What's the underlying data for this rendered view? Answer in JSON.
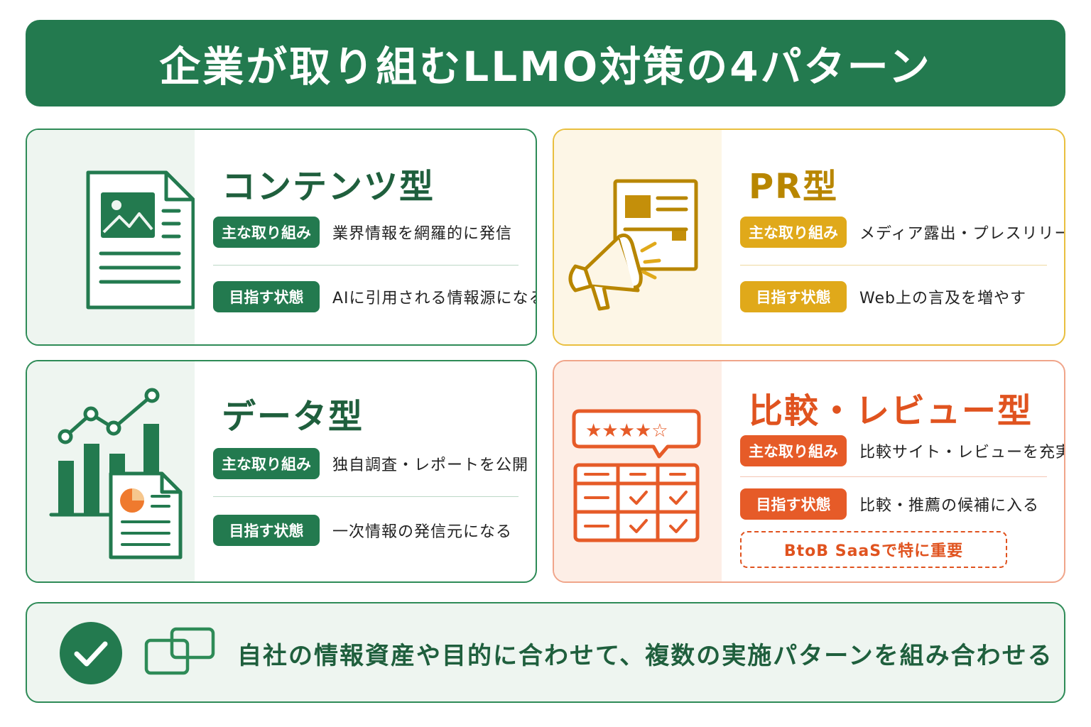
{
  "title": "企業が取り組むLLMO対策の4パターン",
  "colors": {
    "green": "#237a4f",
    "yellow": "#e0a91a",
    "orange": "#e65b28"
  },
  "cards": [
    {
      "title": "コンテンツ型",
      "icon": "document-image-icon",
      "rows": [
        {
          "label": "主な取り組み",
          "value": "業界情報を網羅的に発信"
        },
        {
          "label": "目指す状態",
          "value": "AIに引用される情報源になる"
        }
      ]
    },
    {
      "title": "PR型",
      "icon": "megaphone-icon",
      "rows": [
        {
          "label": "主な取り組み",
          "value": "メディア露出・プレスリリース"
        },
        {
          "label": "目指す状態",
          "value": "Web上の言及を増やす"
        }
      ]
    },
    {
      "title": "データ型",
      "icon": "chart-report-icon",
      "rows": [
        {
          "label": "主な取り組み",
          "value": "独自調査・レポートを公開"
        },
        {
          "label": "目指す状態",
          "value": "一次情報の発信元になる"
        }
      ]
    },
    {
      "title": "比較・レビュー型",
      "icon": "review-table-icon",
      "rows": [
        {
          "label": "主な取り組み",
          "value": "比較サイト・レビューを充実"
        },
        {
          "label": "目指す状態",
          "value": "比較・推薦の候補に入る"
        }
      ],
      "note": "BtoB SaaSで特に重要"
    }
  ],
  "footer": {
    "icons": [
      "check-circle-icon",
      "overlap-squares-icon"
    ],
    "text": "自社の情報資産や目的に合わせて、複数の実施パターンを組み合わせる"
  }
}
